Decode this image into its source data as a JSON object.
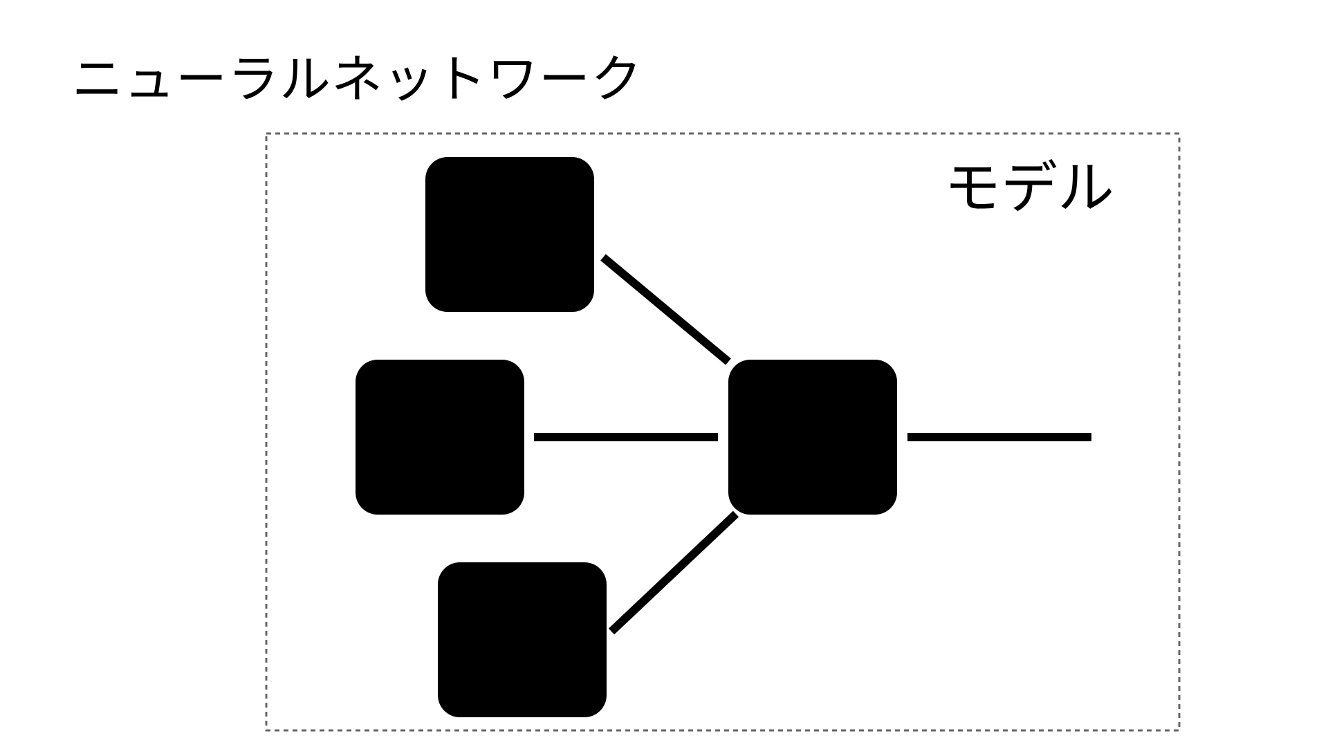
{
  "slide": {
    "title": "ニューラルネットワーク"
  },
  "diagram": {
    "group_label": "モデル",
    "colors": {
      "node_fill": "#000000",
      "edge_stroke": "#000000",
      "group_border": "#666666",
      "background": "#ffffff"
    },
    "nodes": [
      {
        "id": "input-top"
      },
      {
        "id": "input-middle"
      },
      {
        "id": "input-bottom"
      },
      {
        "id": "hidden-output"
      }
    ],
    "edges": [
      {
        "from": "input-top",
        "to": "hidden-output"
      },
      {
        "from": "input-middle",
        "to": "hidden-output"
      },
      {
        "from": "input-bottom",
        "to": "hidden-output"
      },
      {
        "from": "hidden-output",
        "to": "output"
      }
    ]
  }
}
